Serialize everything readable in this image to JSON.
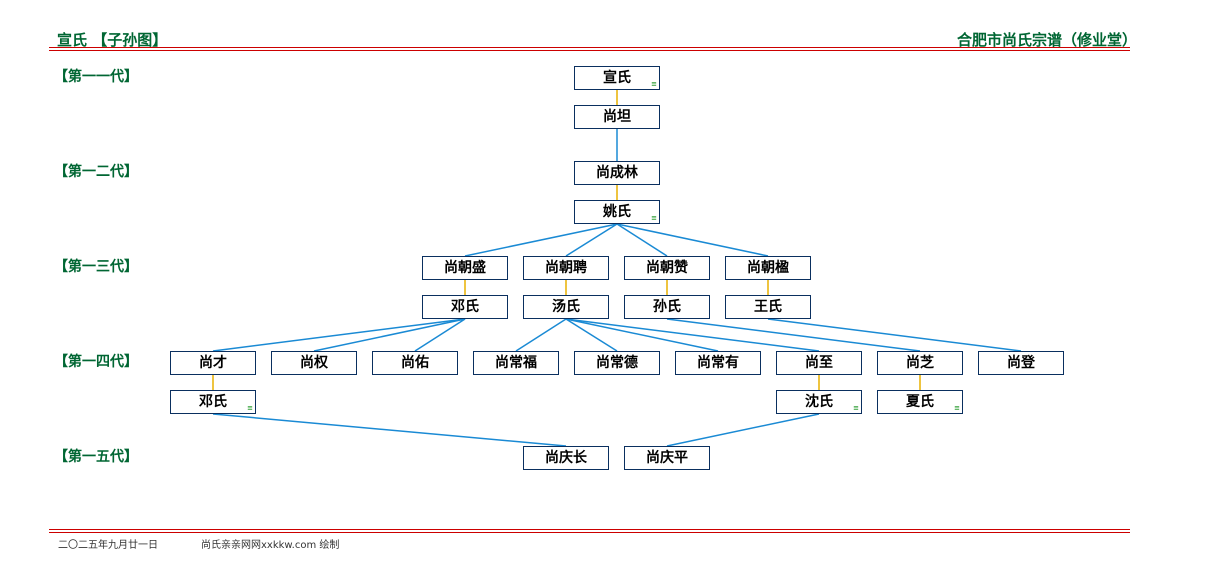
{
  "header": {
    "left_title": "宣氏 【子孙图】",
    "right_title": "合肥市尚氏宗谱（修业堂）"
  },
  "generations": [
    "【第一一代】",
    "【第一二代】",
    "【第一三代】",
    "【第一四代】",
    "【第一五代】"
  ],
  "colors": {
    "title_green": "#006633",
    "rule_red": "#cc0000",
    "descent_line": "#1a8ad4",
    "marriage_line": "#e8b100",
    "node_border": "#0a2f5f"
  },
  "persons": [
    {
      "id": "p1",
      "name": "宣氏",
      "spouse_mark": "≡"
    },
    {
      "id": "p2",
      "name": "尚坦",
      "spouse_mark": ""
    },
    {
      "id": "p3",
      "name": "尚成林",
      "spouse_mark": ""
    },
    {
      "id": "p4",
      "name": "姚氏",
      "spouse_mark": "≡"
    },
    {
      "id": "p5",
      "name": "尚朝盛",
      "spouse_mark": ""
    },
    {
      "id": "p6",
      "name": "尚朝聘",
      "spouse_mark": ""
    },
    {
      "id": "p7",
      "name": "尚朝赞",
      "spouse_mark": ""
    },
    {
      "id": "p8",
      "name": "尚朝楹",
      "spouse_mark": ""
    },
    {
      "id": "p9",
      "name": "邓氏",
      "spouse_mark": ""
    },
    {
      "id": "p10",
      "name": "汤氏",
      "spouse_mark": ""
    },
    {
      "id": "p11",
      "name": "孙氏",
      "spouse_mark": ""
    },
    {
      "id": "p12",
      "name": "王氏",
      "spouse_mark": ""
    },
    {
      "id": "p13",
      "name": "尚才",
      "spouse_mark": ""
    },
    {
      "id": "p14",
      "name": "尚权",
      "spouse_mark": ""
    },
    {
      "id": "p15",
      "name": "尚佑",
      "spouse_mark": ""
    },
    {
      "id": "p16",
      "name": "尚常福",
      "spouse_mark": ""
    },
    {
      "id": "p17",
      "name": "尚常德",
      "spouse_mark": ""
    },
    {
      "id": "p18",
      "name": "尚常有",
      "spouse_mark": ""
    },
    {
      "id": "p19",
      "name": "尚至",
      "spouse_mark": ""
    },
    {
      "id": "p20",
      "name": "尚芝",
      "spouse_mark": ""
    },
    {
      "id": "p21",
      "name": "尚登",
      "spouse_mark": ""
    },
    {
      "id": "p22",
      "name": "邓氏",
      "spouse_mark": "≡"
    },
    {
      "id": "p23",
      "name": "沈氏",
      "spouse_mark": "≡"
    },
    {
      "id": "p24",
      "name": "夏氏",
      "spouse_mark": "≡"
    },
    {
      "id": "p25",
      "name": "尚庆长",
      "spouse_mark": ""
    },
    {
      "id": "p26",
      "name": "尚庆平",
      "spouse_mark": ""
    }
  ],
  "marriages": [
    [
      "p1",
      "p2"
    ],
    [
      "p3",
      "p4"
    ],
    [
      "p5",
      "p9"
    ],
    [
      "p6",
      "p10"
    ],
    [
      "p7",
      "p11"
    ],
    [
      "p8",
      "p12"
    ],
    [
      "p13",
      "p22"
    ],
    [
      "p19",
      "p23"
    ],
    [
      "p20",
      "p24"
    ]
  ],
  "descents": [
    [
      "p2",
      "p3"
    ],
    [
      "p4",
      "p5"
    ],
    [
      "p4",
      "p6"
    ],
    [
      "p4",
      "p7"
    ],
    [
      "p4",
      "p8"
    ],
    [
      "p9",
      "p13"
    ],
    [
      "p9",
      "p14"
    ],
    [
      "p9",
      "p15"
    ],
    [
      "p10",
      "p16"
    ],
    [
      "p10",
      "p17"
    ],
    [
      "p10",
      "p18"
    ],
    [
      "p10",
      "p19"
    ],
    [
      "p11",
      "p20"
    ],
    [
      "p12",
      "p21"
    ],
    [
      "p22",
      "p25"
    ],
    [
      "p23",
      "p26"
    ]
  ],
  "footer": {
    "date": "二〇二五年九月廿一日",
    "credit": "尚氏亲亲网网xxkkw.com 绘制"
  }
}
